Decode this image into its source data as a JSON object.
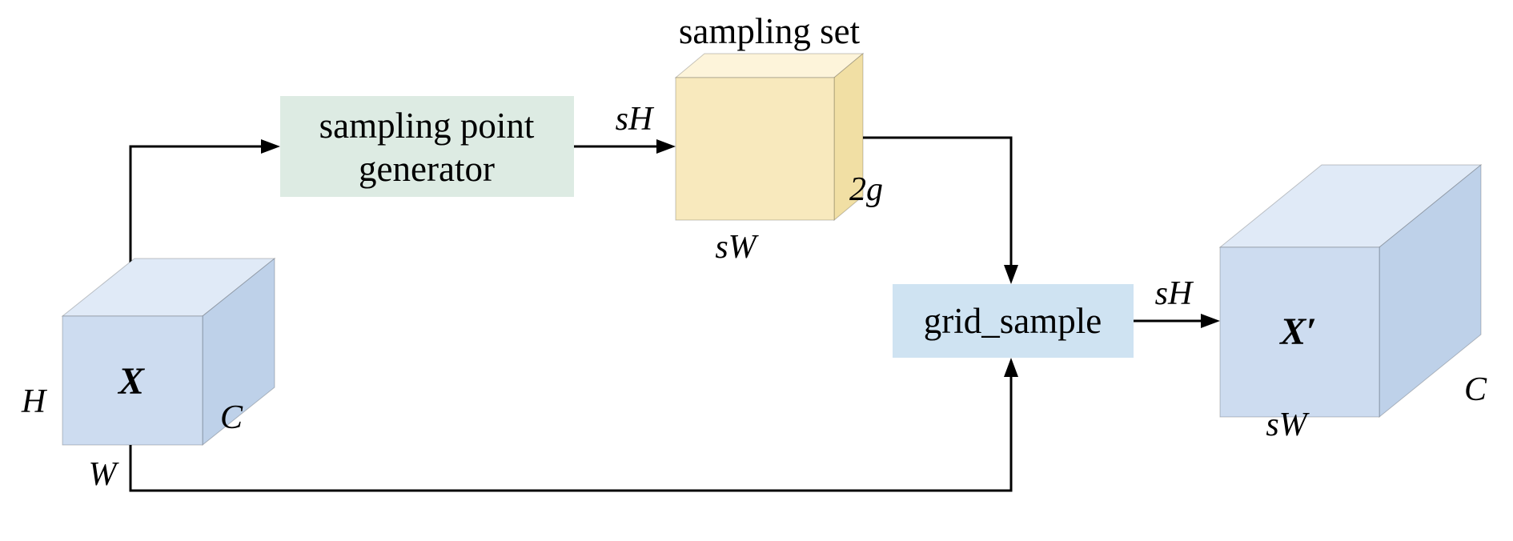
{
  "diagram": {
    "nodes": {
      "input": {
        "label": "X",
        "dim_height": "H",
        "dim_width": "W",
        "dim_channels": "C"
      },
      "generator": {
        "label_line1": "sampling point",
        "label_line2": "generator"
      },
      "sampling_set": {
        "title": "sampling set",
        "dim_height": "sH",
        "dim_width": "sW",
        "dim_channels": "2g"
      },
      "grid_sample": {
        "label": "grid_sample"
      },
      "output": {
        "label": "X′",
        "dim_height": "sH",
        "dim_width": "sW",
        "dim_channels": "C"
      }
    },
    "colors": {
      "tensor_front": "#cddcf0",
      "tensor_top": "#e0eaf7",
      "tensor_side": "#bed1e9",
      "set_front": "#f8e9bd",
      "set_top": "#fdf4da",
      "set_side": "#f1dfa4",
      "generator_fill": "#ddebe3",
      "grid_fill": "#cfe3f2",
      "arrow": "#000000"
    }
  }
}
